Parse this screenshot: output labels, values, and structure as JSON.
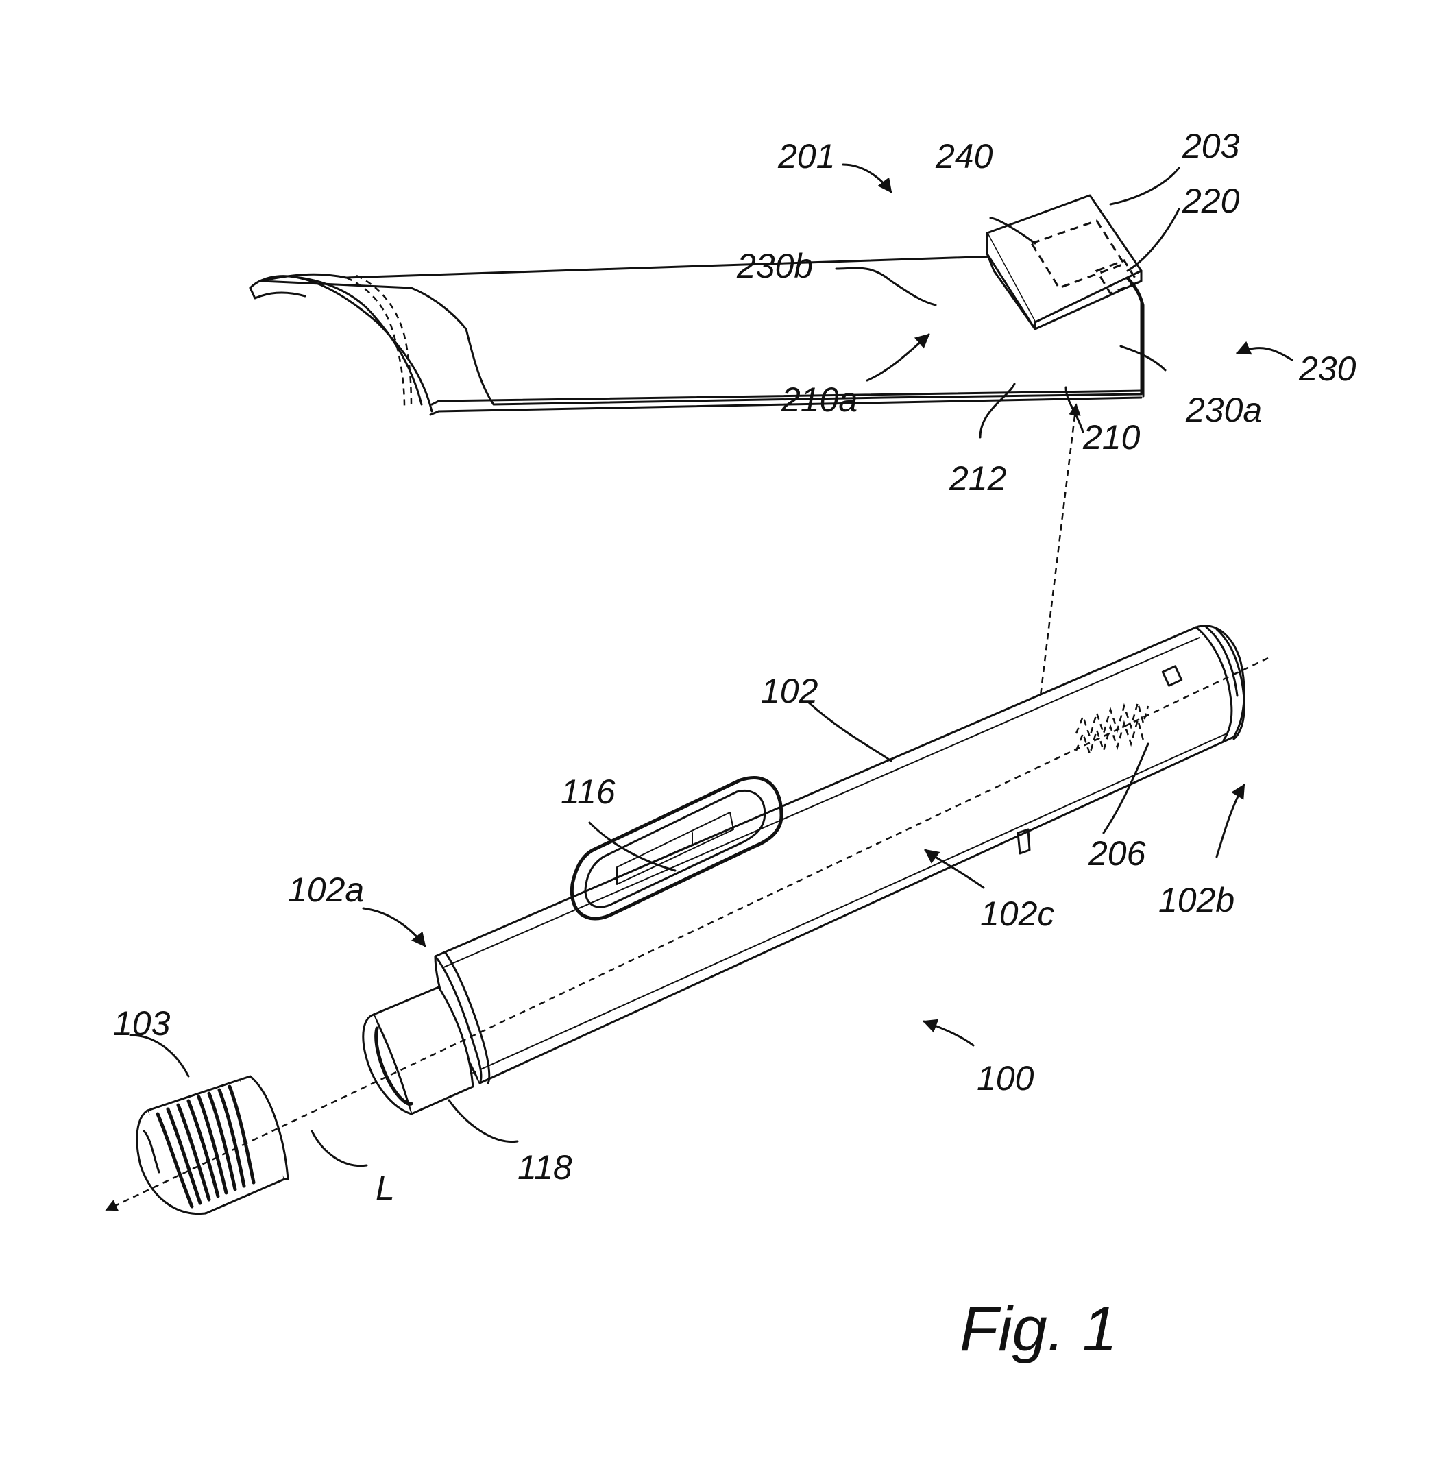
{
  "figure": {
    "caption": "Fig. 1"
  },
  "reference_numerals": {
    "r201": "201",
    "r240": "240",
    "r203": "203",
    "r220": "220",
    "r230b": "230b",
    "r230": "230",
    "r210a": "210a",
    "r230a": "230a",
    "r210": "210",
    "r212": "212",
    "r102": "102",
    "r116": "116",
    "r102a": "102a",
    "r102c": "102c",
    "r102b": "102b",
    "r206": "206",
    "r103": "103",
    "r100": "100",
    "r118": "118",
    "rL": "L"
  }
}
